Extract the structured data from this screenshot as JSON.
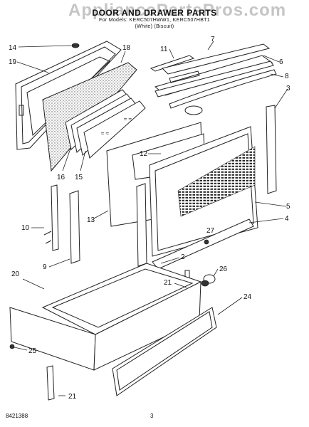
{
  "watermark": "AppliancePartsPros.com",
  "title": "DOOR AND DRAWER PARTS",
  "subtitle_line1": "For Models: KERC507HWW1, KERC507HBT1",
  "subtitle_line2": "(White)          (Biscuit)",
  "footer_code": "8421388",
  "page_number": "3",
  "callouts": [
    "14",
    "19",
    "18",
    "11",
    "7",
    "6",
    "8",
    "3",
    "16",
    "15",
    "12",
    "13",
    "10",
    "5",
    "4",
    "27",
    "9",
    "2",
    "20",
    "21",
    "26",
    "24",
    "25",
    "21"
  ]
}
